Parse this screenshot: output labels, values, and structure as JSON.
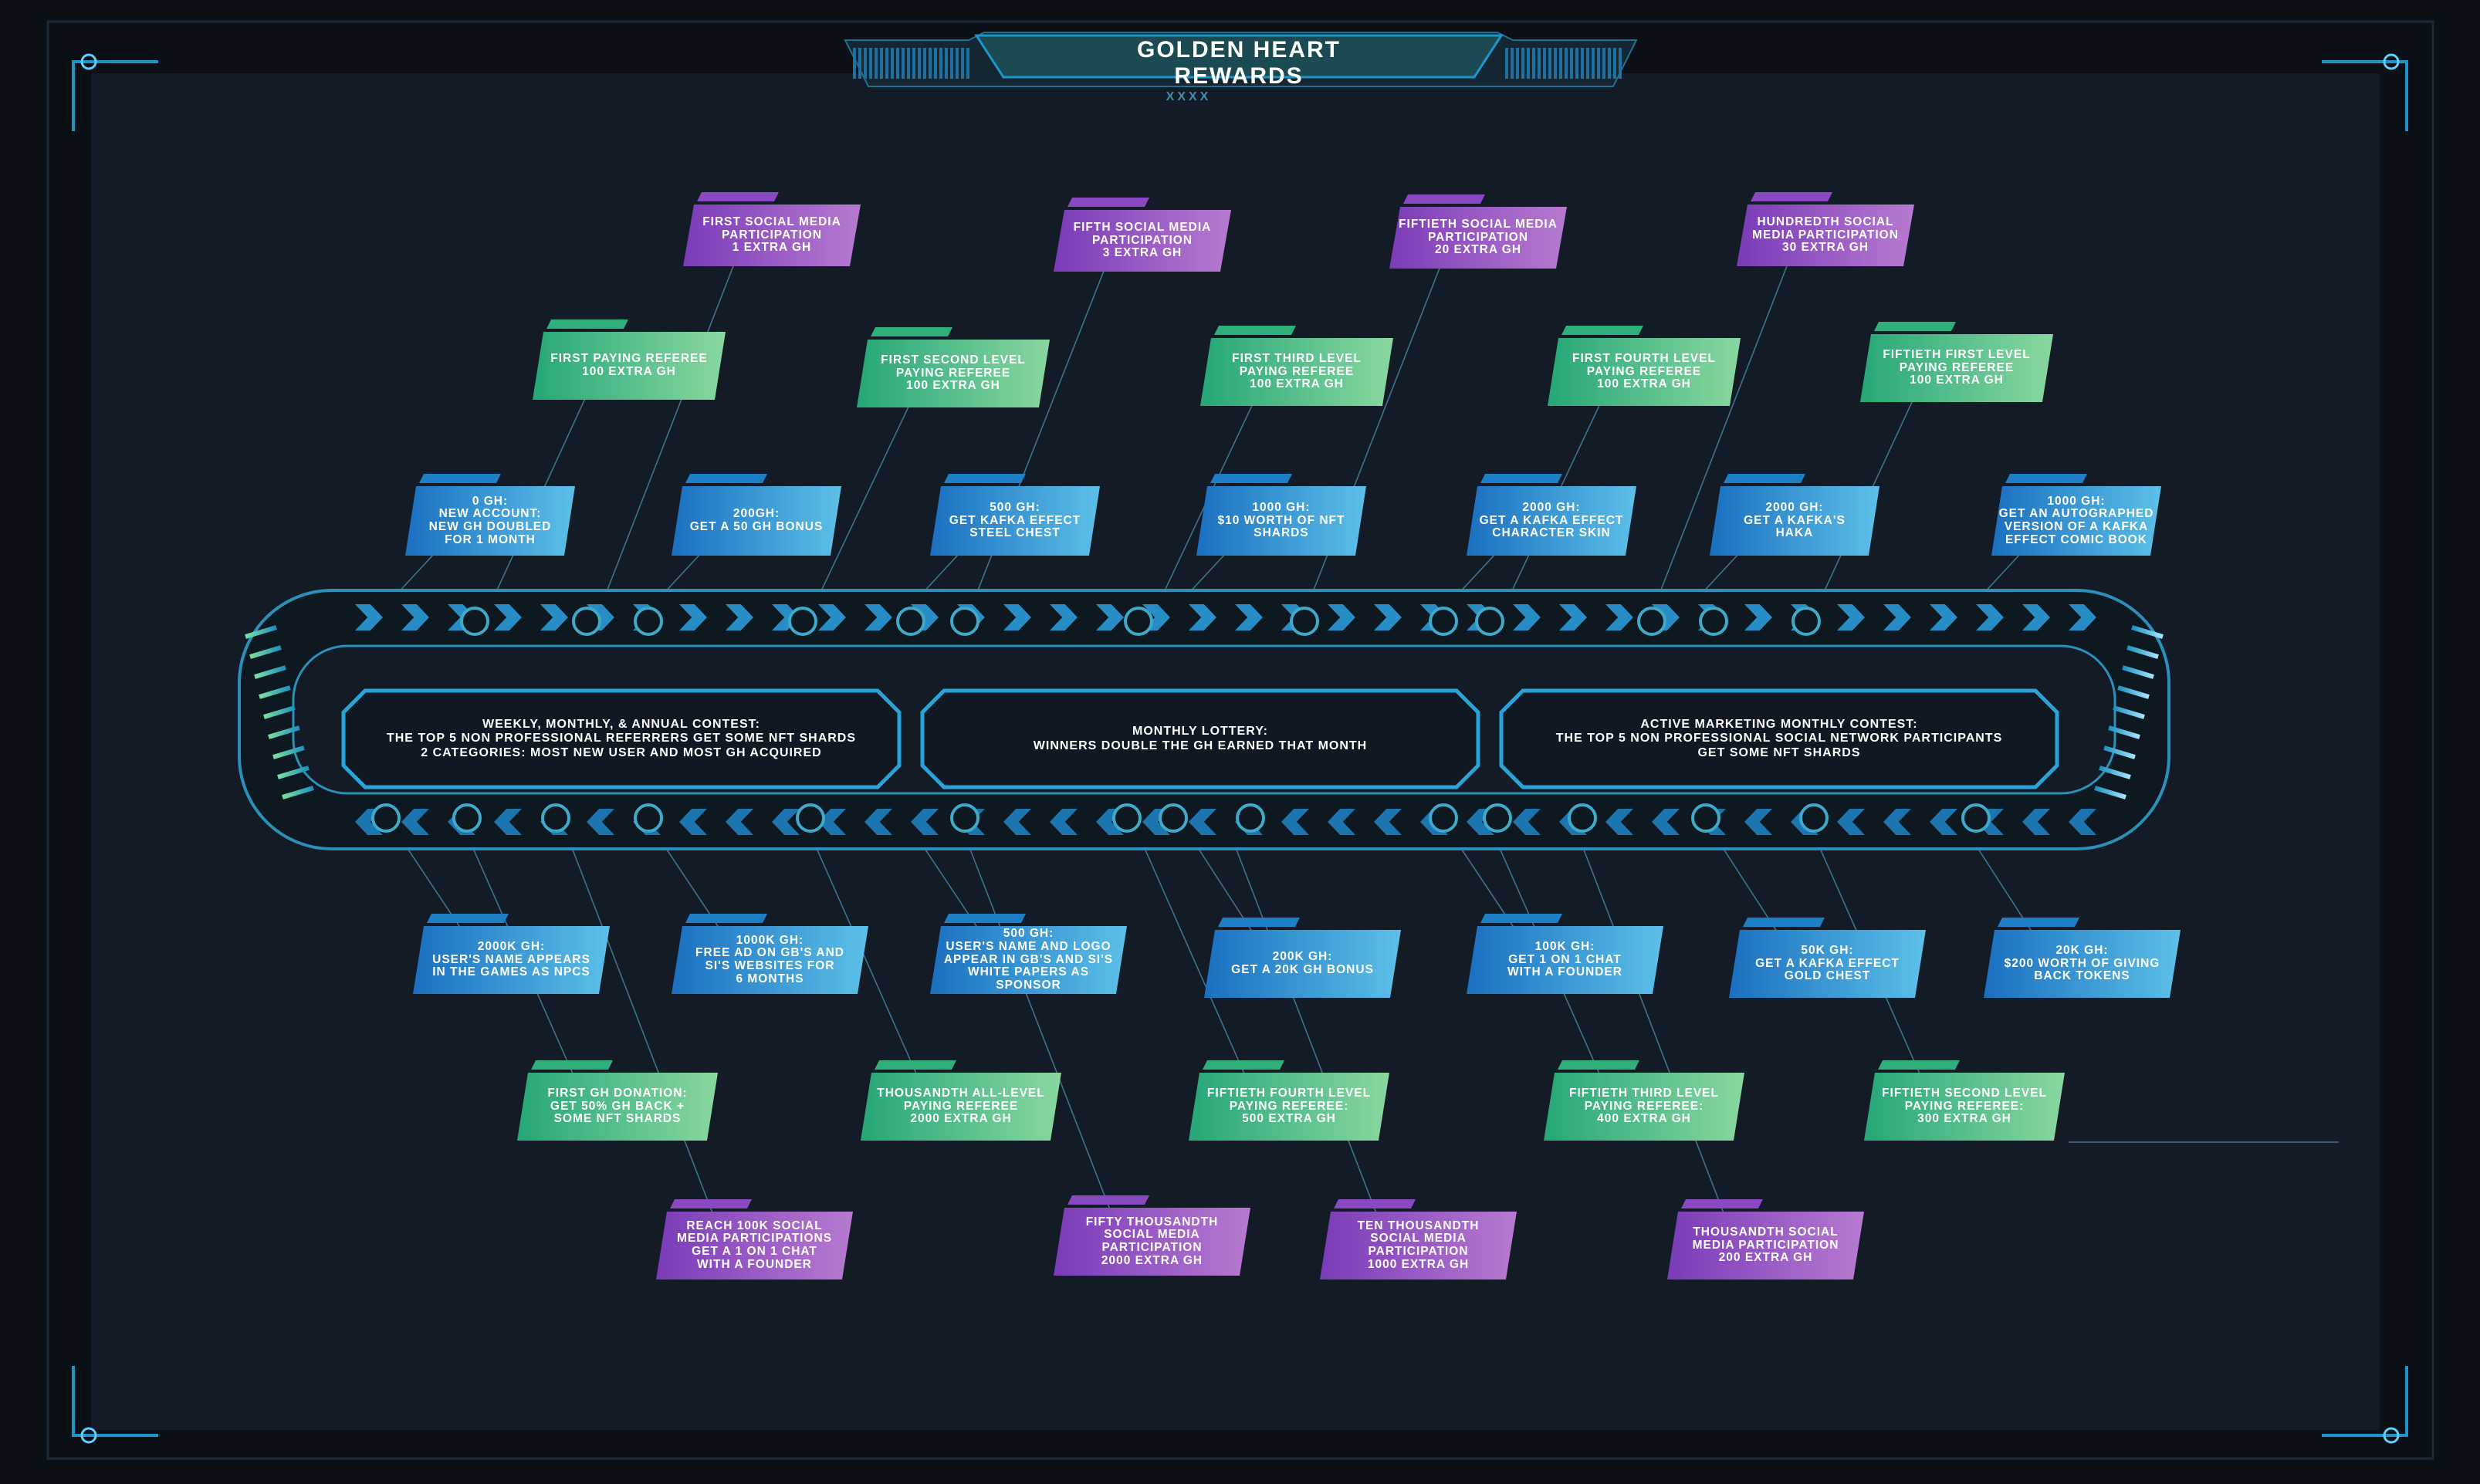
{
  "header": {
    "title_line1": "GOLDEN HEART",
    "title_line2": "REWARDS",
    "subtitle": "XXXX"
  },
  "colors": {
    "background": "#0b1017",
    "panel": "#121b26",
    "frame": "#1d95c9",
    "purple": "#8e4bc4",
    "green": "#3fbe8a",
    "blue": "#2a8fd6",
    "line": "#4a8aa8"
  },
  "panels": [
    {
      "text": "WEEKLY, MONTHLY, & ANNUAL CONTEST:\nTHE TOP 5 NON PROFESSIONAL REFERRERS GET SOME NFT SHARDS\n2 CATEGORIES: MOST NEW USER AND MOST GH ACQUIRED"
    },
    {
      "text": "MONTHLY LOTTERY:\nWINNERS DOUBLE THE GH EARNED THAT MONTH"
    },
    {
      "text": "ACTIVE MARKETING MONTHLY CONTEST:\nTHE TOP 5 NON PROFESSIONAL SOCIAL NETWORK PARTICIPANTS\nGET SOME NFT SHARDS"
    }
  ],
  "top_purple": [
    "FIRST SOCIAL MEDIA\nPARTICIPATION\n1 EXTRA GH",
    "FIFTH SOCIAL MEDIA\nPARTICIPATION\n3 EXTRA GH",
    "FIFTIETH SOCIAL MEDIA\nPARTICIPATION\n20 EXTRA GH",
    "HUNDREDTH SOCIAL\nMEDIA PARTICIPATION\n30 EXTRA GH"
  ],
  "top_green": [
    "FIRST PAYING REFEREE\n100 EXTRA GH",
    "FIRST SECOND LEVEL\nPAYING REFEREE\n100 EXTRA GH",
    "FIRST THIRD LEVEL\nPAYING REFEREE\n100 EXTRA GH",
    "FIRST FOURTH LEVEL\nPAYING REFEREE\n100 EXTRA GH",
    "FIFTIETH FIRST LEVEL\nPAYING REFEREE\n100 EXTRA GH"
  ],
  "top_blue": [
    "0 GH:\nNEW ACCOUNT:\nNEW GH DOUBLED\nFOR 1 MONTH",
    "200GH:\nGET A 50 GH BONUS",
    "500 GH:\nGET KAFKA EFFECT\nSTEEL CHEST",
    "1000 GH:\n$10 WORTH OF NFT\nSHARDS",
    "2000 GH:\nGET A KAFKA EFFECT\nCHARACTER SKIN",
    "2000 GH:\nGET A KAFKA'S\nHAKA",
    "1000 GH:\nGET AN AUTOGRAPHED\nVERSION OF A KAFKA\nEFFECT COMIC BOOK"
  ],
  "bottom_blue": [
    "2000K GH:\nUSER'S NAME APPEARS\nIN THE GAMES AS NPCS",
    "1000K GH:\nFREE AD ON GB'S AND\nSI'S WEBSITES FOR\n6 MONTHS",
    "500 GH:\nUSER'S NAME AND LOGO\nAPPEAR IN GB'S AND SI'S\nWHITE PAPERS AS SPONSOR",
    "200K GH:\nGET A 20K GH BONUS",
    "100K GH:\nGET 1 ON 1 CHAT\nWITH A FOUNDER",
    "50K GH:\nGET A KAFKA EFFECT\nGOLD CHEST",
    "20K GH:\n$200 WORTH OF GIVING\nBACK TOKENS"
  ],
  "bottom_green": [
    "FIRST GH DONATION:\nGET 50% GH BACK +\nSOME NFT SHARDS",
    "THOUSANDTH ALL-LEVEL\nPAYING REFEREE\n2000 EXTRA GH",
    "FIFTIETH FOURTH LEVEL\nPAYING REFEREE:\n500 EXTRA GH",
    "FIFTIETH THIRD LEVEL\nPAYING REFEREE:\n400 EXTRA GH",
    "FIFTIETH  SECOND LEVEL\nPAYING REFEREE:\n300 EXTRA GH"
  ],
  "bottom_purple": [
    "REACH 100K SOCIAL\nMEDIA PARTICIPATIONS\nGET A 1 ON 1 CHAT\nWITH A FOUNDER",
    "FIFTY THOUSANDTH\nSOCIAL MEDIA\nPARTICIPATION\n2000 EXTRA GH",
    "TEN THOUSANDTH\nSOCIAL MEDIA\nPARTICIPATION\n1000 EXTRA GH",
    "THOUSANDTH SOCIAL\nMEDIA PARTICIPATION\n200 EXTRA GH"
  ]
}
